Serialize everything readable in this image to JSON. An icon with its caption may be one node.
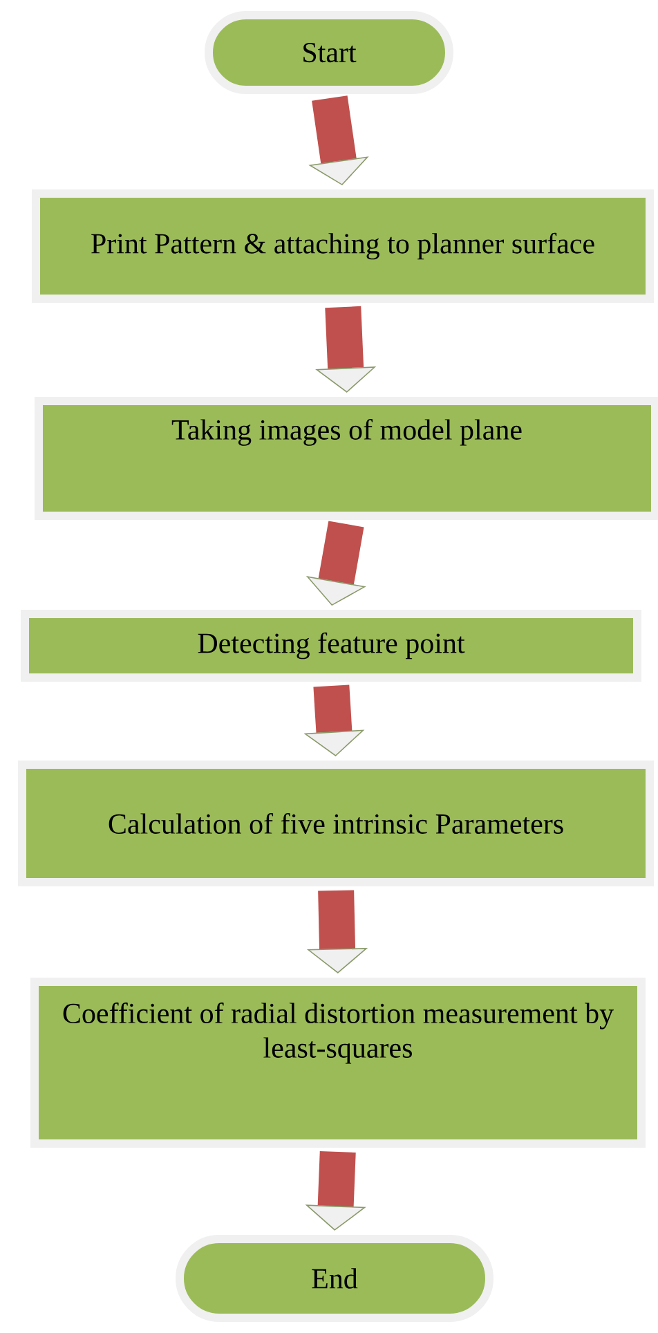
{
  "diagram": {
    "nodes": [
      {
        "text": [
          "Start"
        ]
      },
      {
        "text": [
          "Print Pattern & attaching to planner surface"
        ]
      },
      {
        "text": [
          "Taking images of model plane"
        ]
      },
      {
        "text": [
          "Detecting feature point"
        ]
      },
      {
        "text": [
          "Calculation of five intrinsic Parameters"
        ]
      },
      {
        "text": [
          "Coefficient of radial distortion measurement by least-squares"
        ]
      },
      {
        "text": [
          "End"
        ]
      }
    ],
    "edges": [
      {
        "from": 0,
        "to": 1,
        "arrow": "to"
      },
      {
        "from": 1,
        "to": 2,
        "arrow": "to"
      },
      {
        "from": 2,
        "to": 3,
        "arrow": "to"
      },
      {
        "from": 3,
        "to": 4,
        "arrow": "to"
      },
      {
        "from": 4,
        "to": 5,
        "arrow": "to"
      },
      {
        "from": 5,
        "to": 6,
        "arrow": "to"
      }
    ]
  }
}
